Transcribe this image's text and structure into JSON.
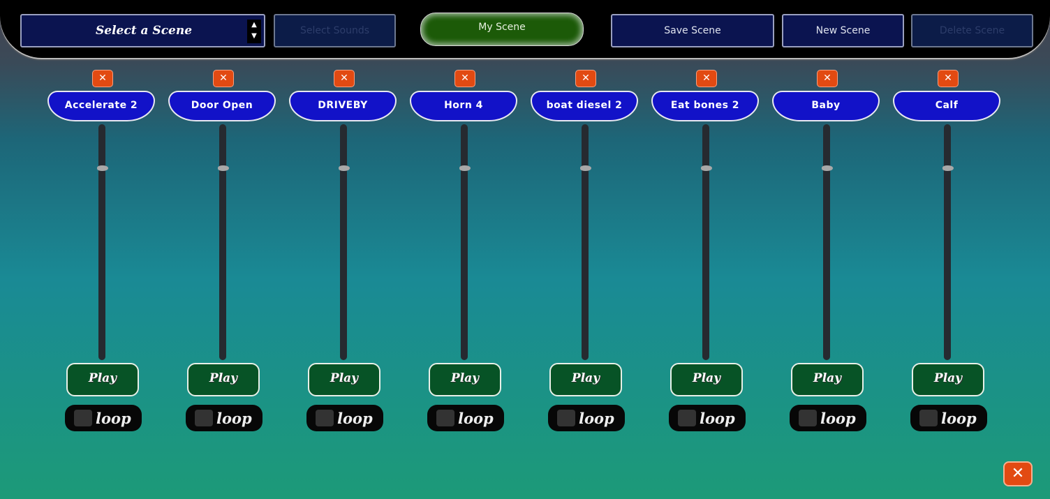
{
  "toolbar": {
    "scene_select": "Select a Scene",
    "select_sounds": "Select Sounds",
    "current_scene": "My Scene",
    "save": "Save Scene",
    "new": "New Scene",
    "delete": "Delete Scene"
  },
  "channels": [
    {
      "name": "Accelerate 2",
      "volume": 0.82,
      "play": "Play",
      "loop": "loop",
      "looping": false
    },
    {
      "name": "Door Open",
      "volume": 0.82,
      "play": "Play",
      "loop": "loop",
      "looping": false
    },
    {
      "name": "DRIVEBY",
      "volume": 0.82,
      "play": "Play",
      "loop": "loop",
      "looping": false
    },
    {
      "name": "Horn 4",
      "volume": 0.82,
      "play": "Play",
      "loop": "loop",
      "looping": false
    },
    {
      "name": "boat diesel 2",
      "volume": 0.82,
      "play": "Play",
      "loop": "loop",
      "looping": false
    },
    {
      "name": "Eat bones 2",
      "volume": 0.82,
      "play": "Play",
      "loop": "loop",
      "looping": false
    },
    {
      "name": "Baby",
      "volume": 0.82,
      "play": "Play",
      "loop": "loop",
      "looping": false
    },
    {
      "name": "Calf",
      "volume": 0.82,
      "play": "Play",
      "loop": "loop",
      "looping": false
    }
  ],
  "icons": {
    "remove": "close-icon",
    "close_all": "close-icon"
  }
}
